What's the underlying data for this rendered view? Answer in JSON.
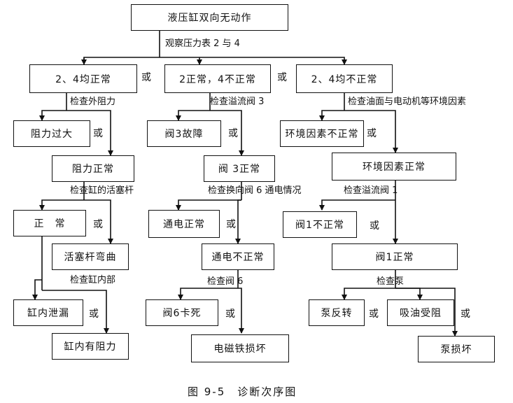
{
  "nodes": {
    "root": "液压缸双向无动作",
    "p24_normal": "2、4均正常",
    "p2_normal_p4_abnormal": "2正常，4不正常",
    "p24_abnormal": "2、4均不正常",
    "resistance_high": "阻力过大",
    "resistance_normal": "阻力正常",
    "valve3_fault": "阀3故障",
    "valve3_normal": "阀 3正常",
    "env_abnormal": "环境因素不正常",
    "env_normal": "环境因素正常",
    "normal": "正　常",
    "rod_bent": "活塞杆弯曲",
    "power_normal": "通电正常",
    "power_abnormal": "通电不正常",
    "valve1_abnormal": "阀1不正常",
    "valve1_normal": "阀1正常",
    "cylinder_leak": "缸内泄漏",
    "cylinder_resistance": "缸内有阻力",
    "valve6_stuck": "阀6卡死",
    "solenoid_damaged": "电磁铁损坏",
    "pump_reverse": "泵反转",
    "suction_blocked": "吸油受阻",
    "pump_damaged": "泵损坏"
  },
  "labels": {
    "observe_gauges": "观察压力表 2 与 4",
    "check_external": "检查外阻力",
    "check_relief3": "检查溢流阀 3",
    "check_oil_env": "检查油面与电动机等环境因素",
    "check_rod": "检查缸的活塞杆",
    "check_valve6_power": "检查换向阀 6 通电情况",
    "check_relief1": "检查溢流阀 1",
    "check_inside": "检查缸内部",
    "check_valve6": "检查阀 6",
    "check_pump": "检查泵"
  },
  "or_text": "或",
  "caption": "图 9-5　诊断次序图"
}
